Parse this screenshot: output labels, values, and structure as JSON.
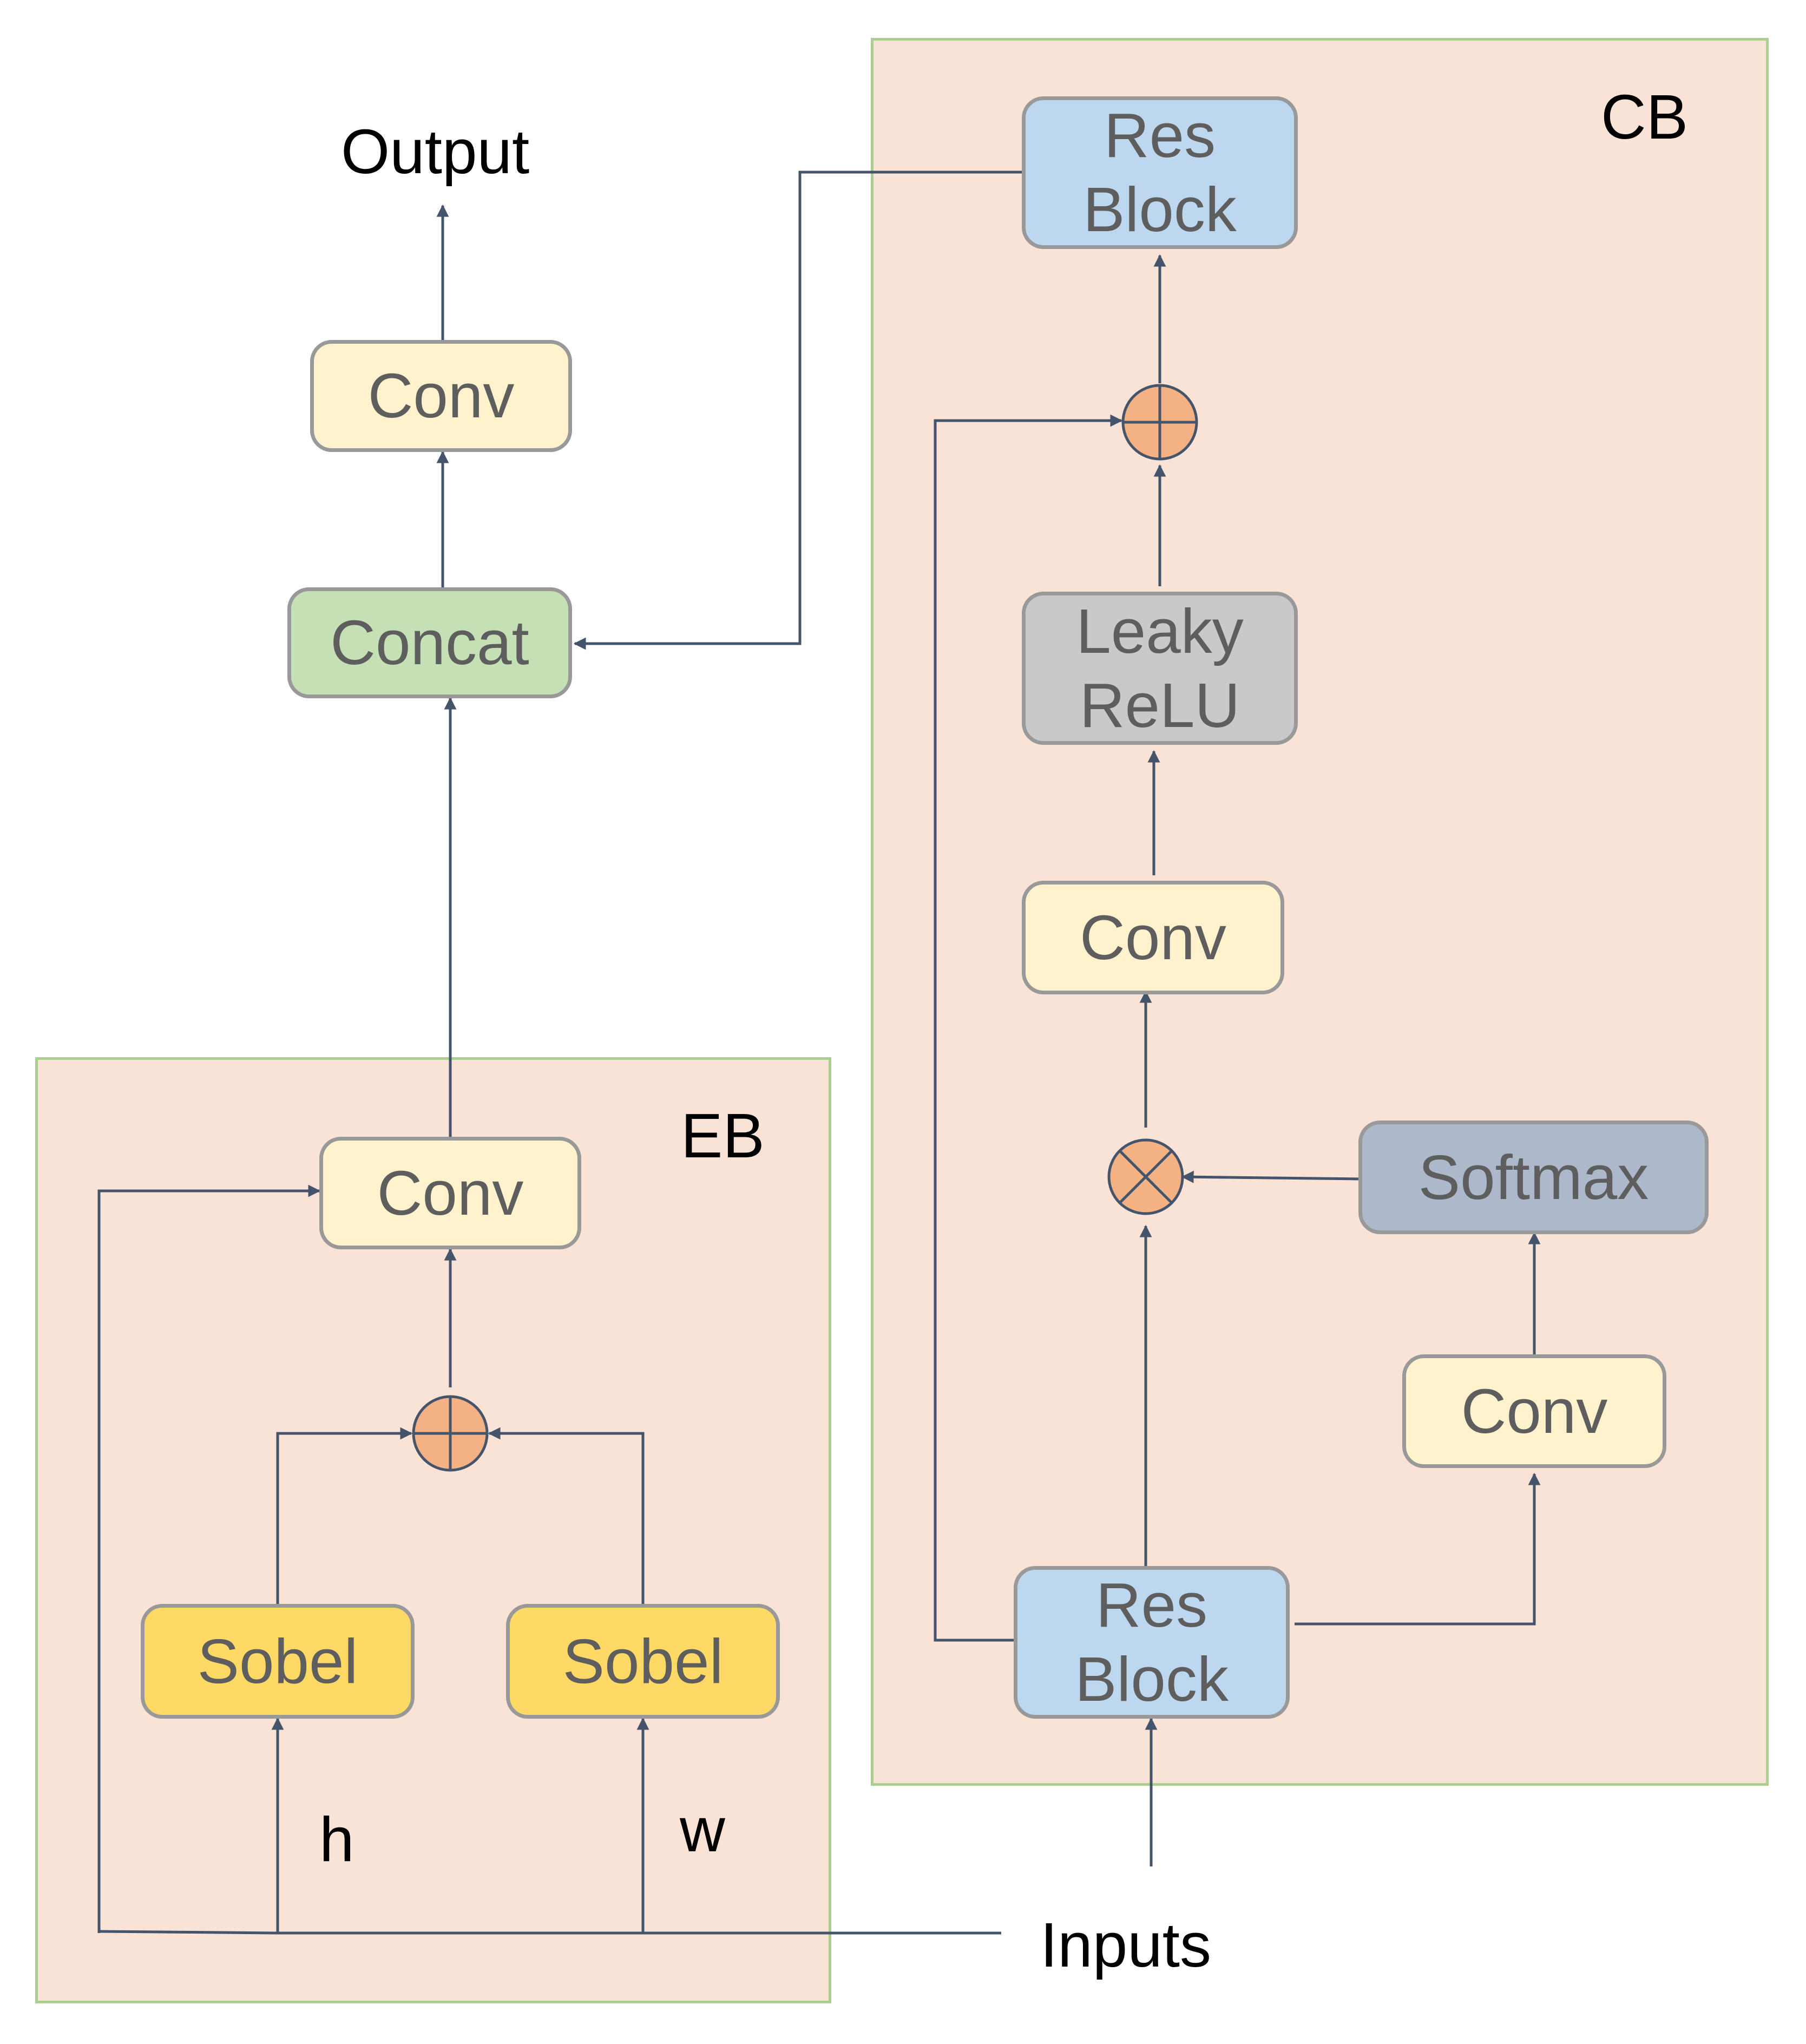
{
  "eb_block": {
    "label": "EB"
  },
  "cb_block": {
    "label": "CB"
  },
  "labels": {
    "output": "Output",
    "inputs": "Inputs",
    "h": "h",
    "w": "w"
  },
  "nodes": {
    "conv_top": "Conv",
    "concat": "Concat",
    "eb_conv": "Conv",
    "sobel_h": "Sobel",
    "sobel_w": "Sobel",
    "cb_res_block_top": "Res\nBlock",
    "leaky_relu": "Leaky\nReLU",
    "cb_conv_mid": "Conv",
    "softmax": "Softmax",
    "cb_conv_right": "Conv",
    "cb_res_block_bottom": "Res\nBlock"
  },
  "colors": {
    "panel_fill": "#f9e3d7",
    "panel_border": "#a9d08e",
    "conv": "#fff2cc",
    "concat": "#c5e0b4",
    "sobel": "#ffd966",
    "res_block": "#bdd7ee",
    "leaky_relu": "#c9c9c9",
    "softmax": "#adb9ca",
    "operator": "#f4b183",
    "wire": "#44546a"
  },
  "icons": [
    "plus-operator-icon",
    "multiply-operator-icon"
  ]
}
